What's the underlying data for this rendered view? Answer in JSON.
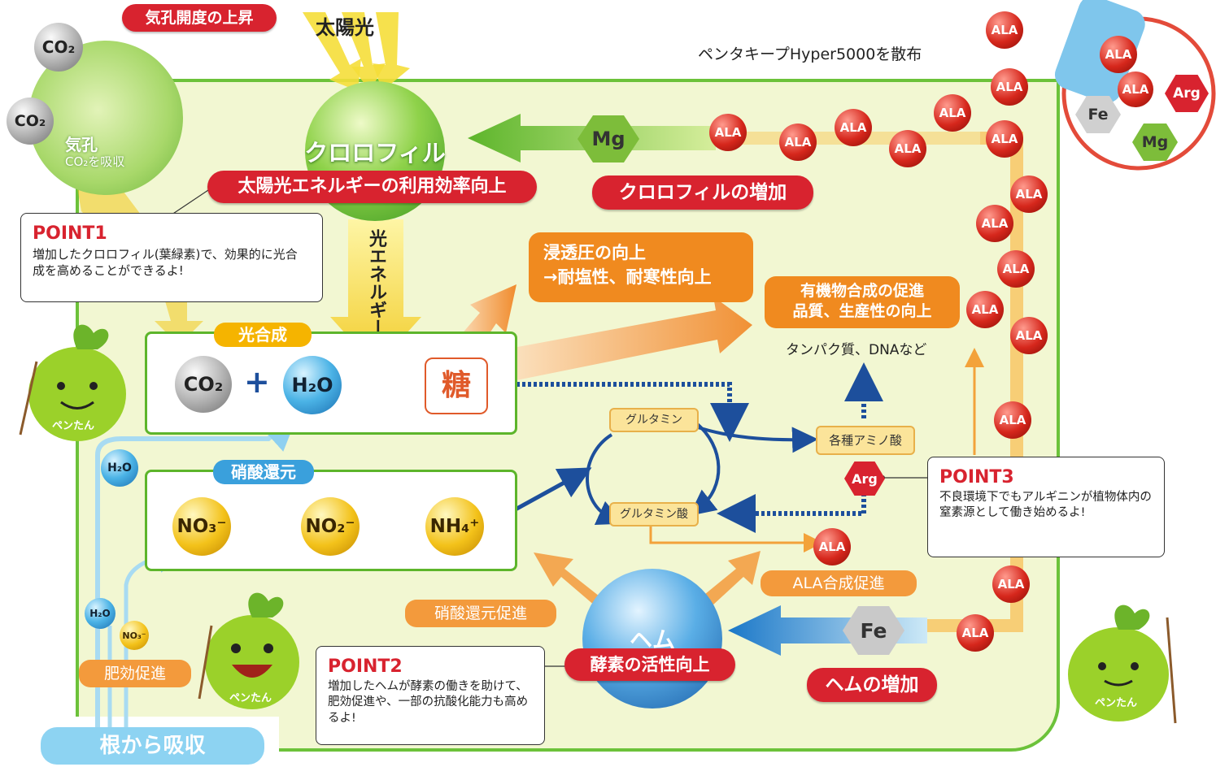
{
  "top": {
    "stomata_opening": "気孔開度の上昇",
    "sunlight": "太陽光",
    "spray_label": "ペンタキープHyper5000を散布"
  },
  "stomata": {
    "label": "気孔",
    "sub": "CO₂を吸収",
    "co2_a": "CO₂",
    "co2_b": "CO₂"
  },
  "chlorophyll": {
    "sphere": "クロロフィル",
    "efficiency": "太陽光エネルギーの利用効率向上",
    "increase": "クロロフィルの増加",
    "mg": "Mg"
  },
  "light_energy": "光エネルギー",
  "photosynthesis": {
    "title": "光合成",
    "co2": "CO₂",
    "plus": "+",
    "h2o": "H₂O",
    "sugar": "糖"
  },
  "nitrate_reduction": {
    "title": "硝酸還元",
    "no3": "NO₃⁻",
    "no2": "NO₂⁻",
    "nh4": "NH₄⁺"
  },
  "osmotic": {
    "line1": "浸透圧の向上",
    "line2": "→耐塩性、耐寒性向上"
  },
  "organic": {
    "line1": "有機物合成の促進",
    "line2": "品質、生産性の向上",
    "sub": "タンパク質、DNAなど"
  },
  "cycle": {
    "glutamine": "グルタミン",
    "glutamic_acid": "グルタミン酸",
    "amino_acids": "各種アミノ酸",
    "arg": "Arg"
  },
  "ala_synthesis": "ALA合成促進",
  "heme": {
    "sphere": "ヘム",
    "enzyme": "酵素の活性向上",
    "increase": "ヘムの増加",
    "fe": "Fe",
    "nitrate_promo": "硝酸還元促進"
  },
  "roots": {
    "h2o_a": "H₂O",
    "h2o_b": "H₂O",
    "no3": "NO₃⁻",
    "fertilizer": "肥効促進",
    "absorb": "根から吸収"
  },
  "ala_label": "ALA",
  "product": {
    "ala": "ALA",
    "arg": "Arg",
    "fe": "Fe",
    "mg": "Mg"
  },
  "points": {
    "p1_title": "POINT1",
    "p1_text": "増加したクロロフィル(葉緑素)で、効果的に光合成を高めることができるよ!",
    "p2_title": "POINT2",
    "p2_text": "増加したヘムが酵素の働きを助けて、肥効促進や、一部の抗酸化能力も高めるよ!",
    "p3_title": "POINT3",
    "p3_text": "不良環境下でもアルギニンが植物体内の窒素源として働き始めるよ!"
  },
  "mascot_name": "ペンたん",
  "colors": {
    "red": "#d8232f",
    "orange": "#f08a1f",
    "green": "#5db52b",
    "cell_bg": "#f2f7d2",
    "arrow_blue": "#1d4f9c"
  }
}
